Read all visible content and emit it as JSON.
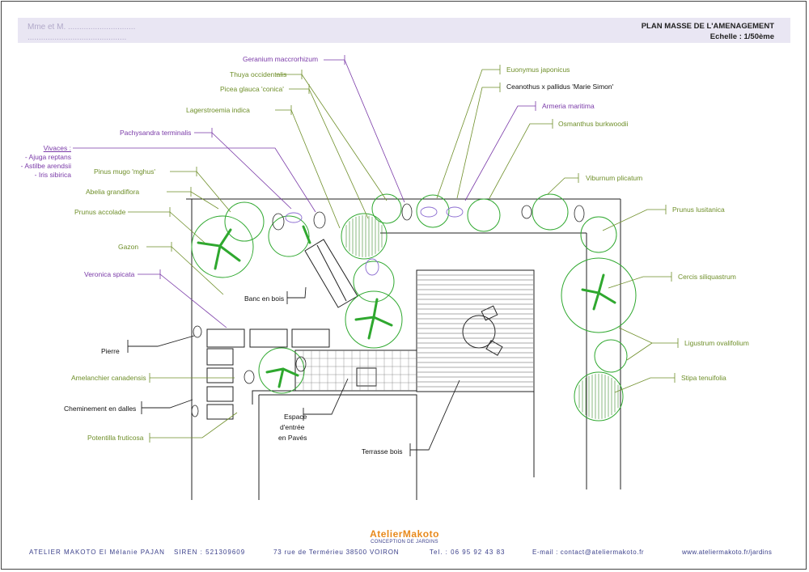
{
  "header": {
    "client_line1": "Mme et M. ..............................",
    "client_line2": "............................................",
    "title": "PLAN MASSE DE L'AMENAGEMENT",
    "scale": "Echelle : 1/50ème"
  },
  "vivaces": {
    "title": "Vivaces :",
    "items": [
      "- Ajuga reptans",
      "- Astilbe arendsii",
      "- Iris sibirica"
    ]
  },
  "labels": {
    "geranium": "Geranium maccrorhizum",
    "thuya": "Thuya occidentalis",
    "picea": "Picea glauca 'conica'",
    "lagerstroemia": "Lagerstroemia indica",
    "pachysandra": "Pachysandra terminalis",
    "pinus": "Pinus mugo 'mghus'",
    "abelia": "Abelia grandiflora",
    "prunus_accolade": "Prunus accolade",
    "gazon": "Gazon",
    "veronica": "Veronica spicata",
    "pierre": "Pierre",
    "amelanchier": "Amelanchier canadensis",
    "cheminement": "Cheminement en dalles",
    "potentilla": "Potentilla fruticosa",
    "banc": "Banc en bois",
    "espace1": "Espace",
    "espace2": "d'entrée",
    "espace3": "en Pavés",
    "terrasse": "Terrasse bois",
    "euonymus": "Euonymus japonicus",
    "ceanothus": "Ceanothus x pallidus 'Marie Simon'",
    "armeria": "Armeria maritima",
    "osmanthus": "Osmanthus burkwoodii",
    "viburnum": "Viburnum plicatum",
    "prunus_lusitanica": "Prunus lusitanica",
    "cercis": "Cercis siliquastrum",
    "ligustrum": "Ligustrum ovalifolium",
    "stipa": "Stipa tenuifolia"
  },
  "footer": {
    "company": "ATELIER MAKOTO EI Mélanie PAJAN",
    "siren": "SIREN : 521309609",
    "address": "73 rue de Termérieu   38500 VOIRON",
    "tel": "Tel. : 06 95 92 43 83",
    "email": "E-mail : contact@ateliermakoto.fr",
    "web": "www.ateliermakoto.fr/jardins"
  },
  "logo": {
    "name": "AtelierMakoto",
    "tagline": "CONCEPTION DE JARDINS"
  },
  "colors": {
    "green": "#6f8f2a",
    "purple": "#7a3aa8",
    "plant_green": "#2fa82f",
    "header_bg": "#e9e6f3",
    "footer_blue": "#3a3f8a",
    "logo_orange": "#e8891c"
  }
}
